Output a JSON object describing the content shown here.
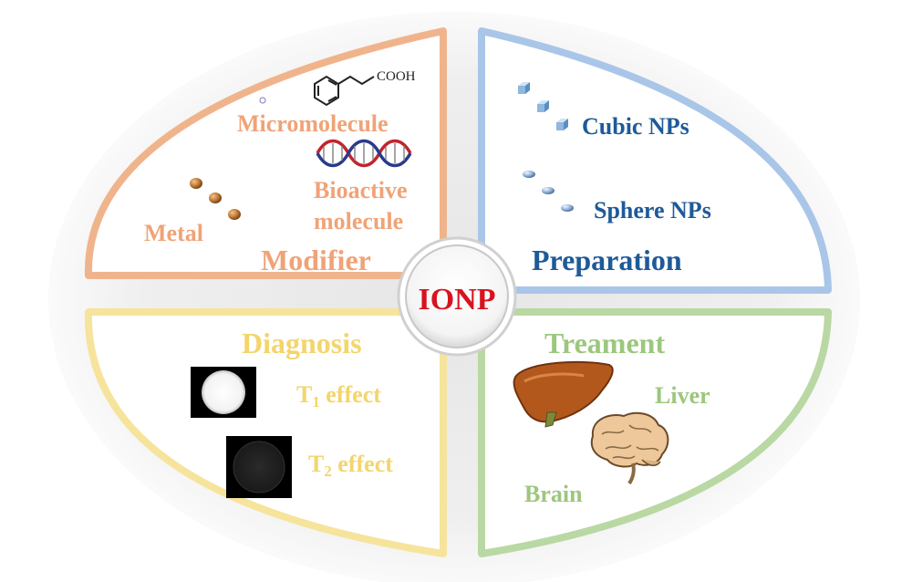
{
  "center": {
    "label": "IONP",
    "color": "#d8131f"
  },
  "modifier": {
    "title": "Modifier",
    "items": [
      "Micromolecule",
      "Bioactive",
      "molecule",
      "Metal"
    ],
    "formula": "COOH",
    "border_color": "#f0b48c",
    "text_color": "#f0a377"
  },
  "preparation": {
    "title": "Preparation",
    "items": [
      "Cubic NPs",
      "Sphere NPs"
    ],
    "border_color": "#a9c6e8",
    "text_color": "#1e5a99"
  },
  "diagnosis": {
    "title": "Diagnosis",
    "t1_prefix": "T",
    "t1_sub": "1",
    "t1_suffix": " effect",
    "t2_prefix": "T",
    "t2_sub": "2",
    "t2_suffix": " effect",
    "border_color": "#f6e49c",
    "text_color": "#f3d56c"
  },
  "treatment": {
    "title": "Treament",
    "items": [
      "Liver",
      "Brain"
    ],
    "border_color": "#b9d8a3",
    "text_color": "#9cc77d"
  },
  "icons": [
    "benzene-ring-icon",
    "dna-helix-icon",
    "metal-sphere-icon",
    "cube-icon",
    "sphere-np-icon",
    "mri-t1-image-icon",
    "mri-t2-image-icon",
    "liver-icon",
    "brain-icon"
  ]
}
